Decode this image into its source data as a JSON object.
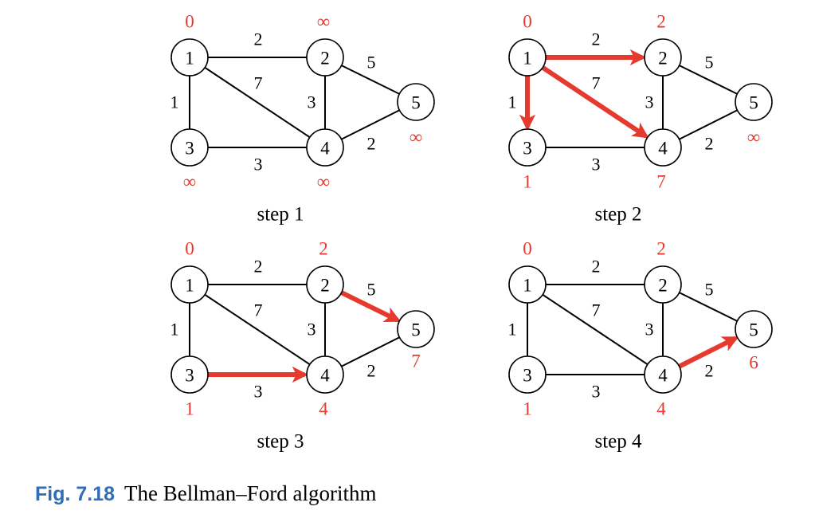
{
  "colors": {
    "accent": "#e63a2e",
    "caption_blue": "#2f6eb5",
    "ink": "#000000"
  },
  "nodes": [
    "1",
    "2",
    "3",
    "4",
    "5"
  ],
  "edges": [
    {
      "from": "1",
      "to": "2",
      "weight": "2"
    },
    {
      "from": "1",
      "to": "3",
      "weight": "1"
    },
    {
      "from": "1",
      "to": "4",
      "weight": "7"
    },
    {
      "from": "2",
      "to": "4",
      "weight": "3"
    },
    {
      "from": "2",
      "to": "5",
      "weight": "5"
    },
    {
      "from": "3",
      "to": "4",
      "weight": "3"
    },
    {
      "from": "4",
      "to": "5",
      "weight": "2"
    }
  ],
  "panels": [
    {
      "label": "step 1",
      "distances": {
        "1": "0",
        "2": "∞",
        "3": "∞",
        "4": "∞",
        "5": "∞"
      },
      "highlighted": []
    },
    {
      "label": "step 2",
      "distances": {
        "1": "0",
        "2": "2",
        "3": "1",
        "4": "7",
        "5": "∞"
      },
      "highlighted": [
        [
          "1",
          "2"
        ],
        [
          "1",
          "3"
        ],
        [
          "1",
          "4"
        ]
      ]
    },
    {
      "label": "step 3",
      "distances": {
        "1": "0",
        "2": "2",
        "3": "1",
        "4": "4",
        "5": "7"
      },
      "highlighted": [
        [
          "3",
          "4"
        ],
        [
          "2",
          "5"
        ]
      ]
    },
    {
      "label": "step 4",
      "distances": {
        "1": "0",
        "2": "2",
        "3": "1",
        "4": "4",
        "5": "6"
      },
      "highlighted": [
        [
          "4",
          "5"
        ]
      ]
    }
  ],
  "caption": {
    "label": "Fig. 7.18",
    "text": "The Bellman–Ford algorithm"
  }
}
